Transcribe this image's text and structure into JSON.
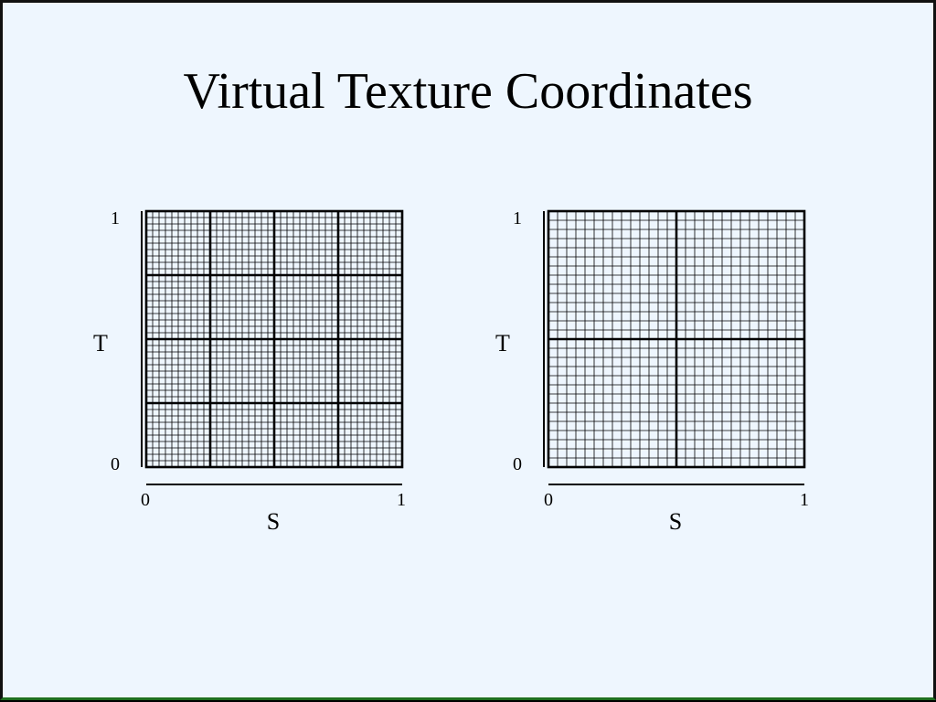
{
  "slide": {
    "title": "Virtual Texture Coordinates"
  },
  "diagrams": [
    {
      "name": "left",
      "fine_divisions": 40,
      "coarse_divisions": 4,
      "x_axis_label": "S",
      "y_axis_label": "T",
      "x_tick_min": "0",
      "x_tick_max": "1",
      "y_tick_min": "0",
      "y_tick_max": "1"
    },
    {
      "name": "right",
      "fine_divisions": 28,
      "coarse_divisions": 2,
      "x_axis_label": "S",
      "y_axis_label": "T",
      "x_tick_min": "0",
      "x_tick_max": "1",
      "y_tick_min": "0",
      "y_tick_max": "1"
    }
  ]
}
